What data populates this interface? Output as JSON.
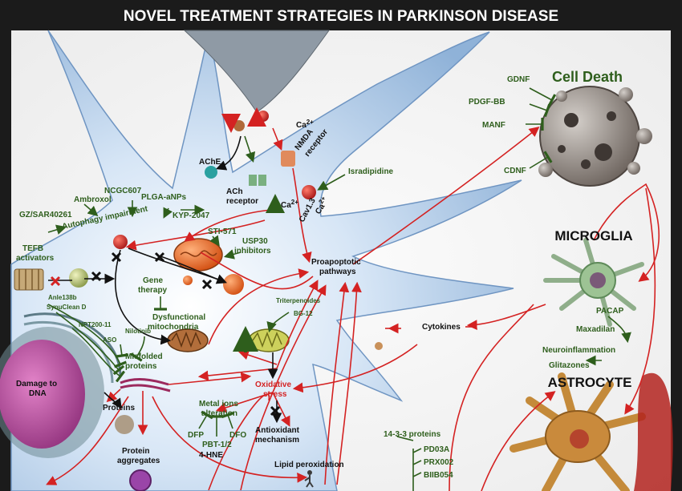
{
  "title": "NOVEL TREATMENT STRATEGIES IN PARKINSON DISEASE",
  "colors": {
    "inhibitor_green": "#2e5e1c",
    "pathway_red": "#d42222",
    "neuron_blue": "#bcd6ef",
    "background": "#1b1b1b"
  },
  "cells": {
    "cell_death": "Cell Death",
    "microglia": "MICROGLIA",
    "astrocyte": "ASTROCYTE"
  },
  "neurotrophic": {
    "gdnf": "GDNF",
    "pdgf": "PDGF-BB",
    "manf": "MANF",
    "cdnf": "CDNF"
  },
  "receptors": {
    "ache": "AChE",
    "ach1": "ACh",
    "ach2": "receptor",
    "nmda1": "NMDA",
    "nmda2": "receptor",
    "cav": "Cav1.3",
    "ca": "Ca",
    "ca_sup": "2+"
  },
  "drugs": {
    "isradipidine": "Isradipidine",
    "ncgc": "NCGC607",
    "plga": "PLGA-aNPs",
    "ambroxol": "Ambroxol",
    "kyp": "KYP-2047",
    "gz": "GZ/SAR40261",
    "tefb1": "TEFB",
    "tefb2": "activators",
    "sti": "STI-571",
    "usp1": "USP30",
    "usp2": "inhibitors",
    "gene1": "Gene",
    "gene2": "therapy",
    "triterp": "Triterpenoides",
    "bg12": "BG-12",
    "anle": "Anle138b",
    "synuclean": "SynuClean  D",
    "npt": "NPT200-11",
    "aso": "ASO",
    "nilotinib": "Nilotinib",
    "dfp": "DFP",
    "dfo": "DFO",
    "pbt": "PBT-1/2",
    "pacap": "PACAP",
    "maxadilan": "Maxadilan",
    "glitazones": "Glitazones",
    "p1433": "14-3-3 proteins",
    "pd03a": "PD03A",
    "prx": "PRX002",
    "biib": "BIIB054"
  },
  "processes": {
    "autophagy": "Autophagy impairment",
    "proapop1": "Proapoptotic",
    "proapop2": "pathways",
    "dysfunc1": "Dysfunctional",
    "dysfunc2": "mitochondria",
    "misfold1": "Misfolded",
    "misfold2": "proteins",
    "oxid1": "Oxidative",
    "oxid2": "stress",
    "metal1": "Metal ions",
    "metal2": "alteration",
    "antiox1": "Antioxidant",
    "antiox2": "mechanism",
    "lipid": "Lipid peroxidation",
    "hne": "4-HNE",
    "proteins": "Proteins",
    "aggr1": "Protein",
    "aggr2": "aggregates",
    "damage1": "Damage to",
    "damage2": "DNA",
    "cytokines": "Cytokines",
    "neuroinflam": "Neuroinflammation"
  }
}
